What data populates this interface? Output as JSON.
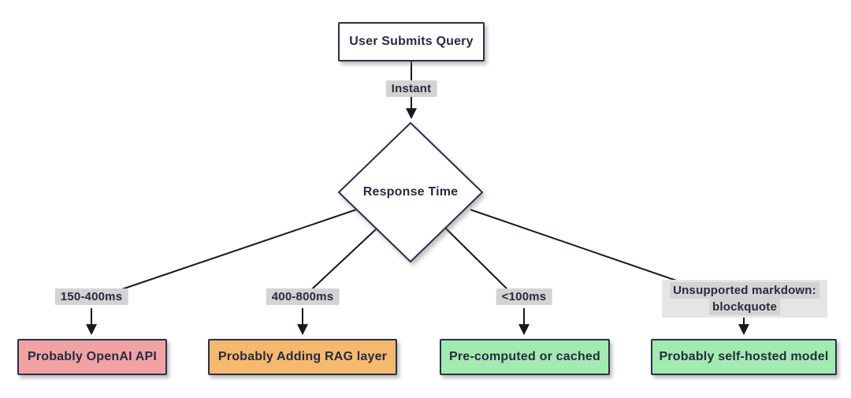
{
  "diagram": {
    "type": "flowchart",
    "nodes": {
      "start": {
        "label": "User Submits Query"
      },
      "decision": {
        "label": "Response Time"
      }
    },
    "edge_labels": {
      "instant": {
        "label": "Instant"
      },
      "openai": {
        "label": "150-400ms"
      },
      "rag": {
        "label": "400-800ms"
      },
      "cached": {
        "label": "<100ms"
      },
      "self_hosted": {
        "label_line1": "Unsupported markdown:",
        "label_line2": "blockquote"
      }
    },
    "outcomes": [
      {
        "label": "Probably OpenAI API",
        "fill": "#f1a3a4"
      },
      {
        "label": "Probably Adding RAG layer",
        "fill": "#f5b96e"
      },
      {
        "label": "Pre-computed or cached",
        "fill": "#a2ebb0"
      },
      {
        "label": "Probably self-hosted model",
        "fill": "#a2ebb0"
      }
    ],
    "colors": {
      "background": "#ffffff",
      "node_fill": "#ffffff",
      "node_border": "#2b2f4a",
      "edge_line": "#151821",
      "text_ink": "#272b40",
      "edge_label_bg": "#d3d3d3",
      "edge_label_outer_bg": "#e5e5e5"
    }
  }
}
